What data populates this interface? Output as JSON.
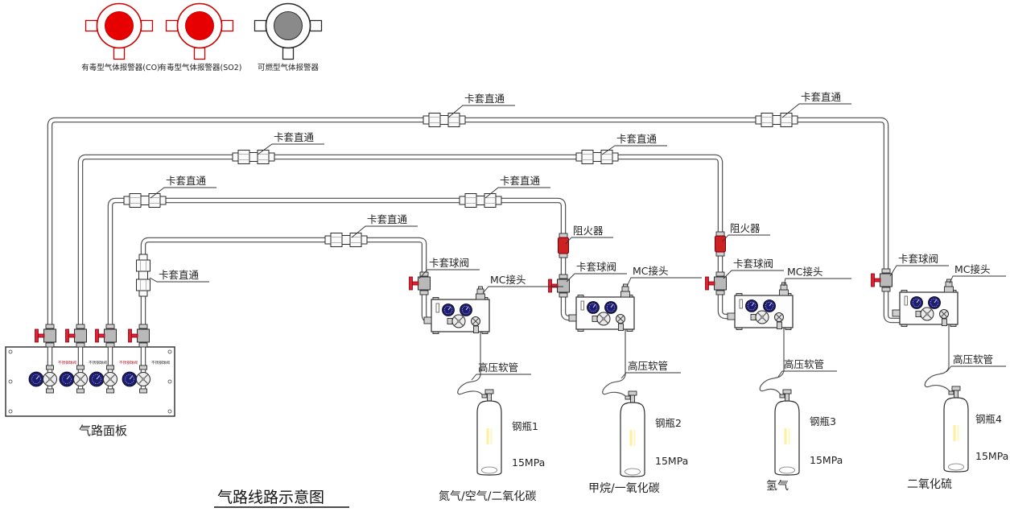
{
  "title": "气路线路示意图",
  "legend": {
    "items": [
      {
        "label": "有毒型气体报警器(CO)",
        "type": "toxic-co",
        "color": "#e60000"
      },
      {
        "label": "有毒型气体报警器(SO2)",
        "type": "toxic-so2",
        "color": "#e60000"
      },
      {
        "label": "可燃型气体报警器",
        "type": "combustible",
        "color": "#8a8a8a"
      }
    ]
  },
  "labels": {
    "union": "卡套直通",
    "ball_valve": "卡套球阀",
    "flame_arrester": "阻火器",
    "mc_connector": "MC接头",
    "hp_hose": "高压软管",
    "panel_ball_valve": "不锈钢球阀",
    "gas_panel": "气路面板"
  },
  "cylinders": [
    {
      "name": "钢瓶1",
      "pressure": "15MPa",
      "gas": "氮气/空气/二氧化碳"
    },
    {
      "name": "钢瓶2",
      "pressure": "15MPa",
      "gas": "甲烷/一氧化碳"
    },
    {
      "name": "钢瓶3",
      "pressure": "15MPa",
      "gas": "氢气"
    },
    {
      "name": "钢瓶4",
      "pressure": "15MPa",
      "gas": "二氧化硫"
    }
  ],
  "colors": {
    "pipe": "#4a4a4a",
    "alarm_red": "#e60000",
    "alarm_gray": "#8a8a8a",
    "gauge_navy": "#1c1c72",
    "handle_red": "#d23"
  }
}
